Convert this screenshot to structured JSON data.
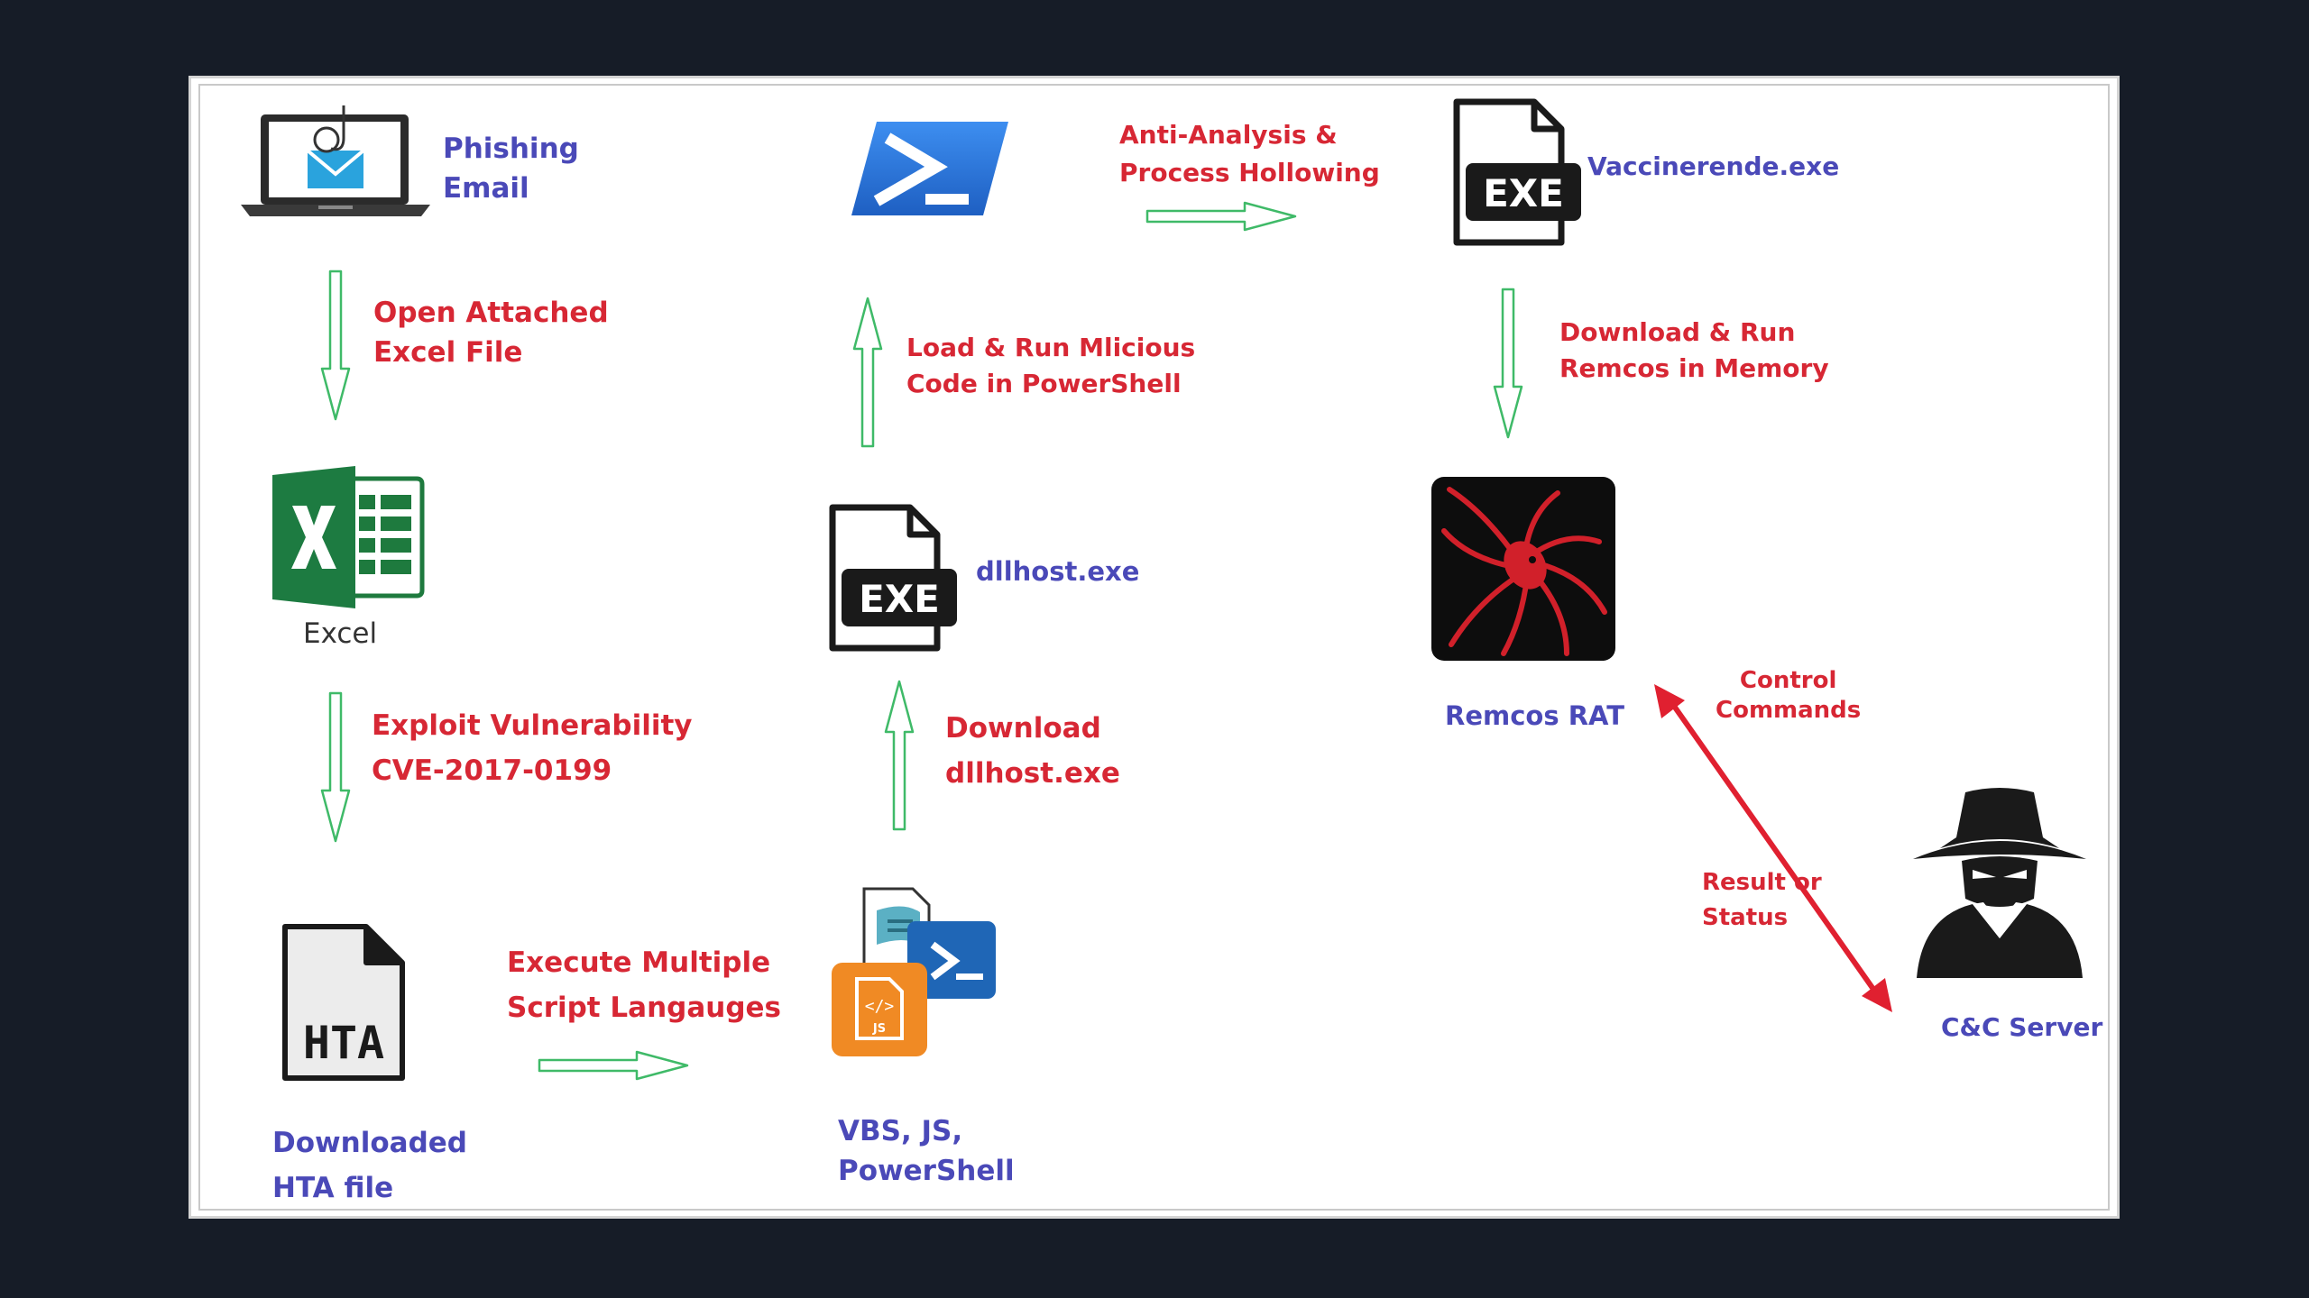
{
  "nodes": {
    "phishing_email": [
      "Phishing",
      "Email"
    ],
    "excel_caption": "Excel",
    "hta_file": [
      "Downloaded",
      "HTA file"
    ],
    "scripts": [
      "VBS, JS,",
      "PowerShell"
    ],
    "dllhost": "dllhost.exe",
    "vaccinerende": "Vaccinerende.exe",
    "remcos": "Remcos RAT",
    "cc_server": "C&C Server"
  },
  "edges": {
    "open_attached": [
      "Open Attached",
      "Excel File"
    ],
    "exploit": [
      "Exploit Vulnerability",
      "CVE-2017-0199"
    ],
    "execute_scripts": [
      "Execute Multiple",
      "Script Langauges"
    ],
    "download_dllhost": [
      "Download",
      "dllhost.exe"
    ],
    "load_run": [
      "Load & Run Mlicious",
      "Code in PowerShell"
    ],
    "anti_analysis": [
      "Anti-Analysis  &",
      "Process Hollowing"
    ],
    "download_run": [
      "Download & Run",
      "Remcos in Memory"
    ],
    "control": [
      "Control",
      "Commands"
    ],
    "result": [
      "Result or",
      "Status"
    ]
  },
  "icons": {
    "laptop": "laptop-phishing-icon",
    "excel": "excel-icon",
    "hta": "hta-file-icon",
    "script_bundle": "script-bundle-icon",
    "exe": "exe-file-icon",
    "powershell": "powershell-icon",
    "remcos": "remcos-octopus-icon",
    "hacker": "hacker-spy-icon"
  },
  "colors": {
    "node_label": "#4a49b8",
    "edge_label": "#d72734",
    "flow_arrow": "#3fba68",
    "cc_arrow": "#e02030"
  }
}
